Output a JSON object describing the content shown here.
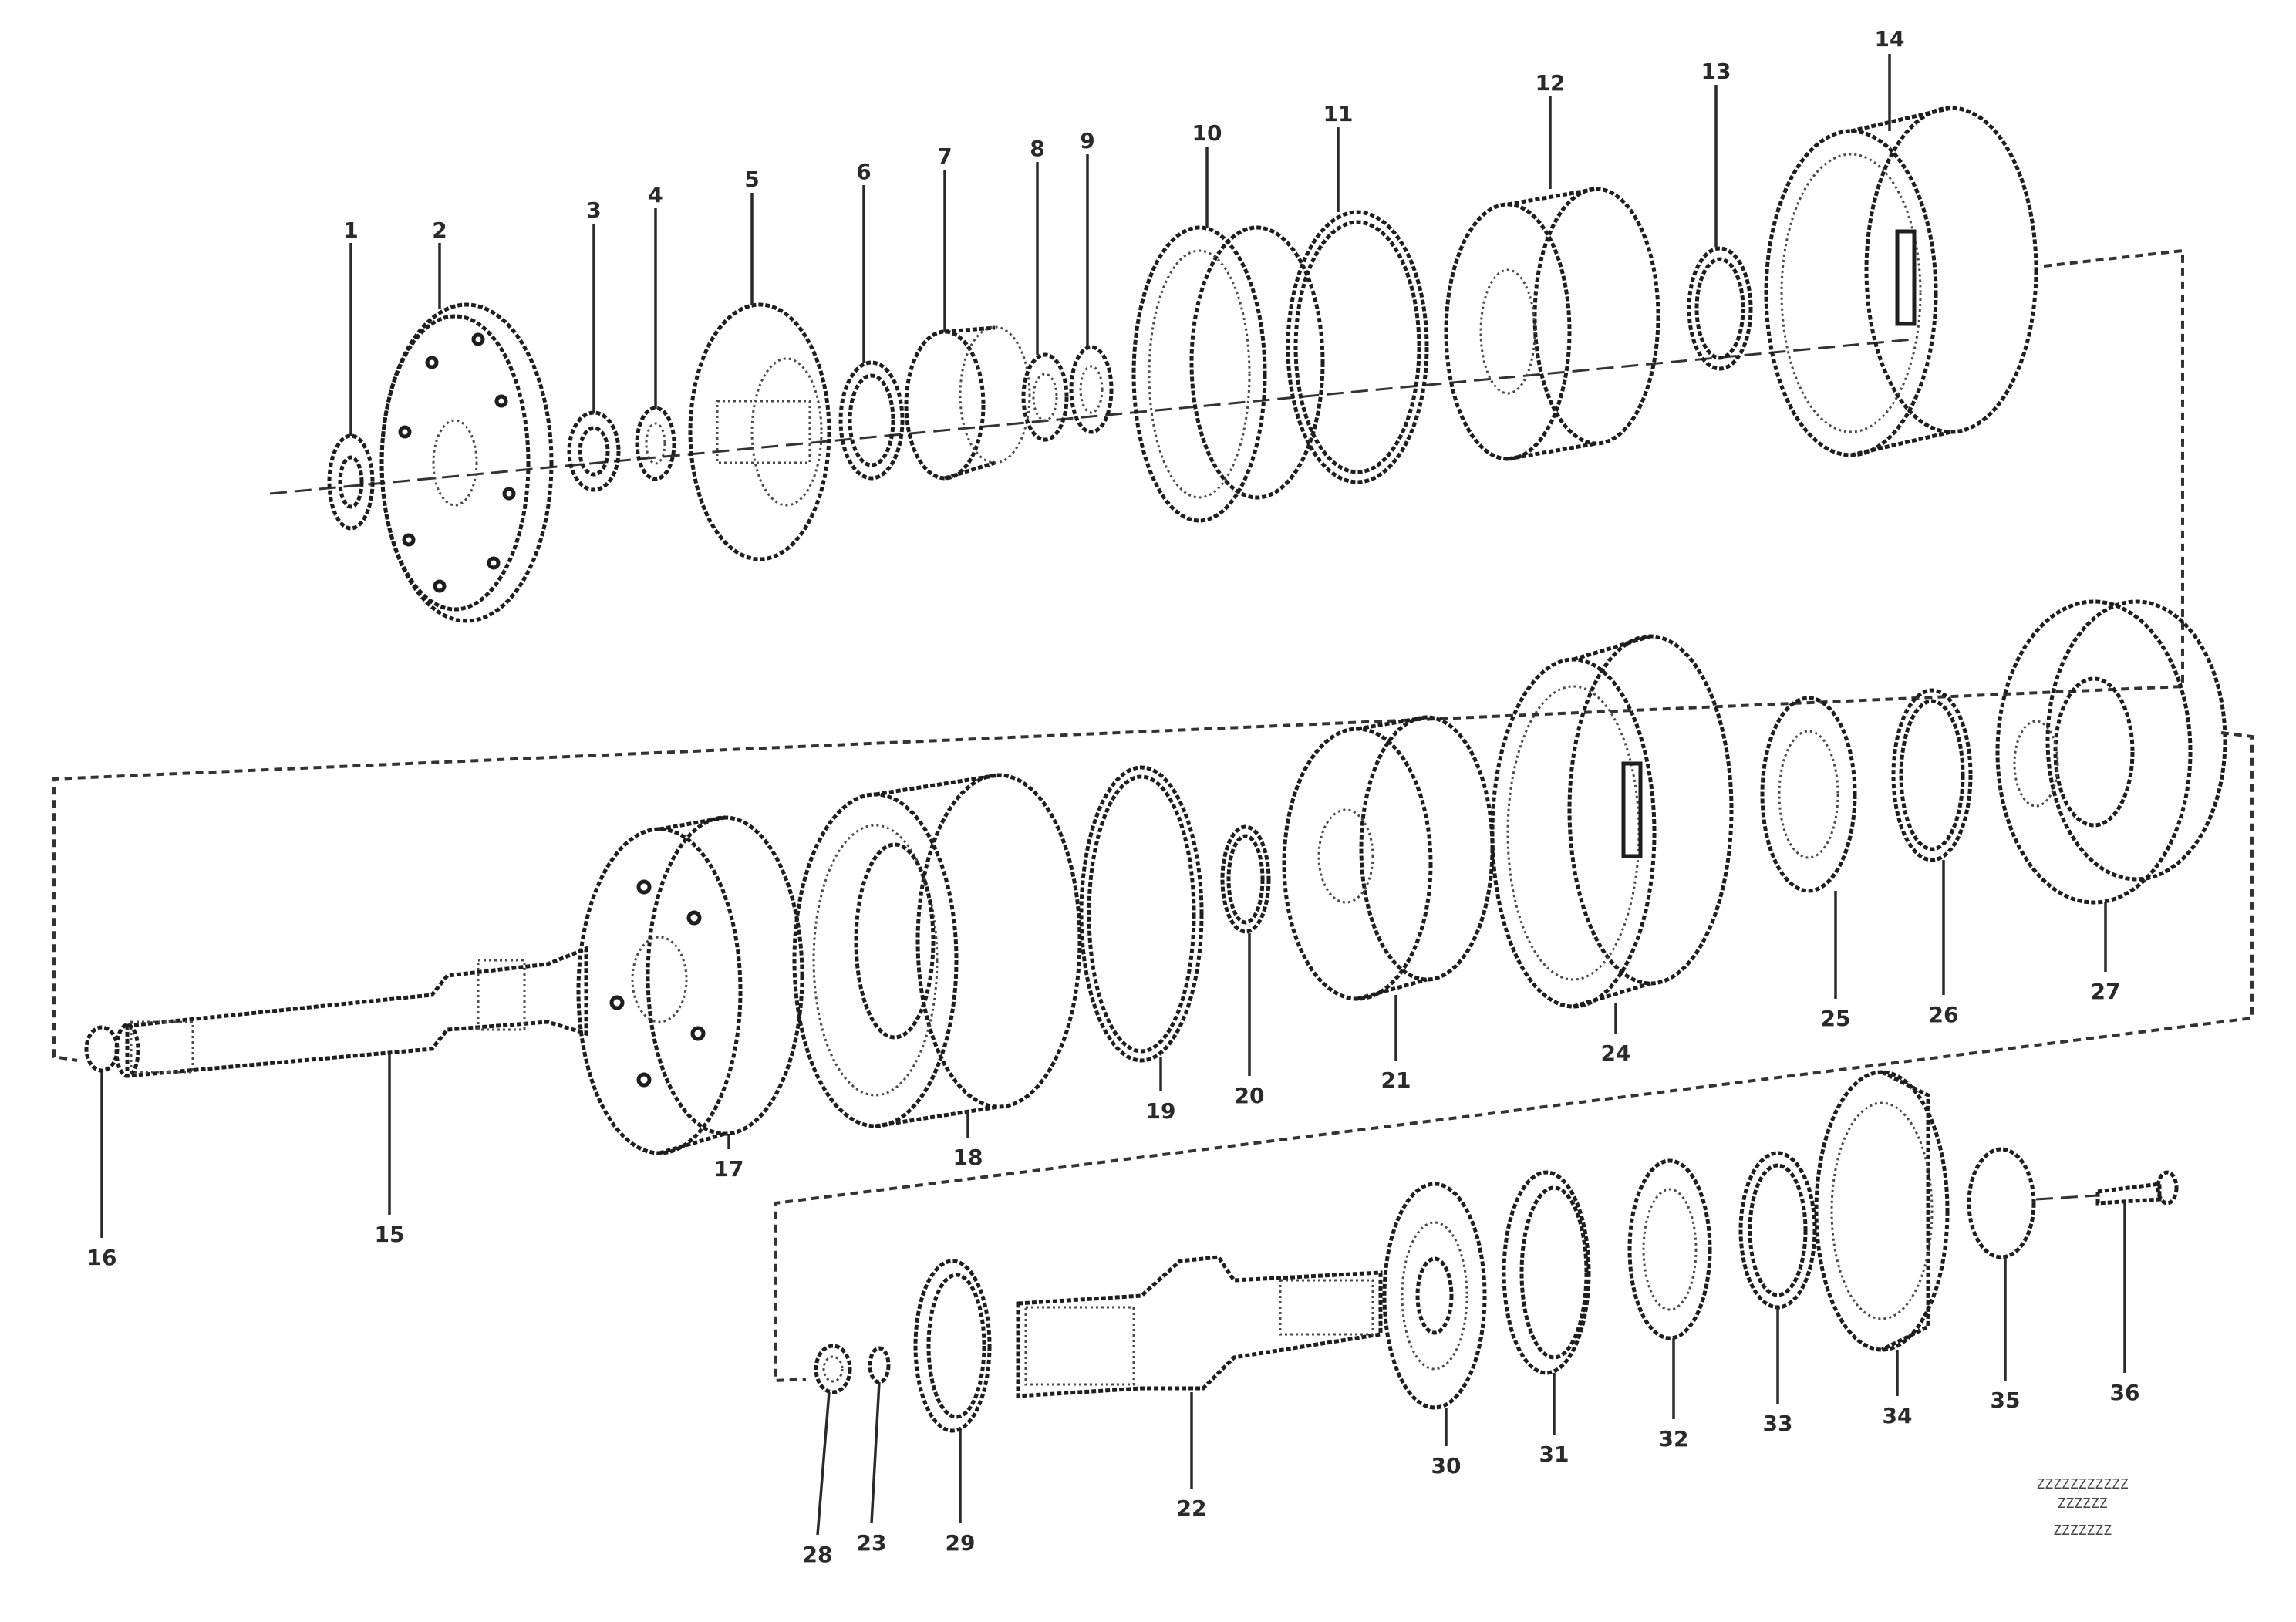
{
  "diagram": {
    "row1": {
      "labels": [
        "1",
        "2",
        "3",
        "4",
        "5",
        "6",
        "7",
        "8",
        "9",
        "10",
        "11",
        "12",
        "13",
        "14"
      ]
    },
    "row2": {
      "labels": [
        "16",
        "15",
        "17",
        "18",
        "19",
        "20",
        "21",
        "24",
        "25",
        "26",
        "27"
      ]
    },
    "row3": {
      "labels": [
        "28",
        "23",
        "29",
        "22",
        "30",
        "31",
        "32",
        "33",
        "34",
        "35",
        "36"
      ]
    },
    "drawing_reference": {
      "line1": "ZZZZZZZZZZZ",
      "line2": "ZZZZZZ",
      "code": "ZZZZZZZ"
    }
  }
}
